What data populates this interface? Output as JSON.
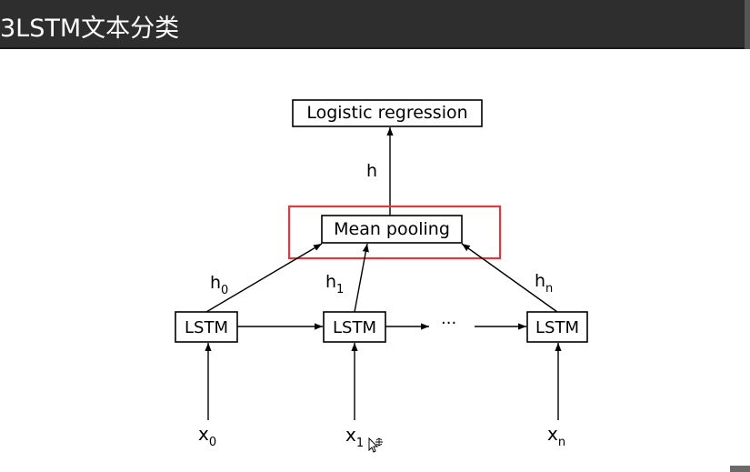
{
  "slide": {
    "title": "3LSTM文本分类"
  },
  "diagram": {
    "top_node": "Logistic regression",
    "pool_node": "Mean pooling",
    "lstm_label": "LSTM",
    "ellipsis": "···",
    "h_label": "h",
    "hidden_labels": [
      {
        "base": "h",
        "sub": "0"
      },
      {
        "base": "h",
        "sub": "1"
      },
      {
        "base": "h",
        "sub": "n"
      }
    ],
    "input_labels": [
      {
        "base": "x",
        "sub": "0"
      },
      {
        "base": "x",
        "sub": "1"
      },
      {
        "base": "x",
        "sub": "n"
      }
    ],
    "highlight_color": "#e0383e"
  }
}
